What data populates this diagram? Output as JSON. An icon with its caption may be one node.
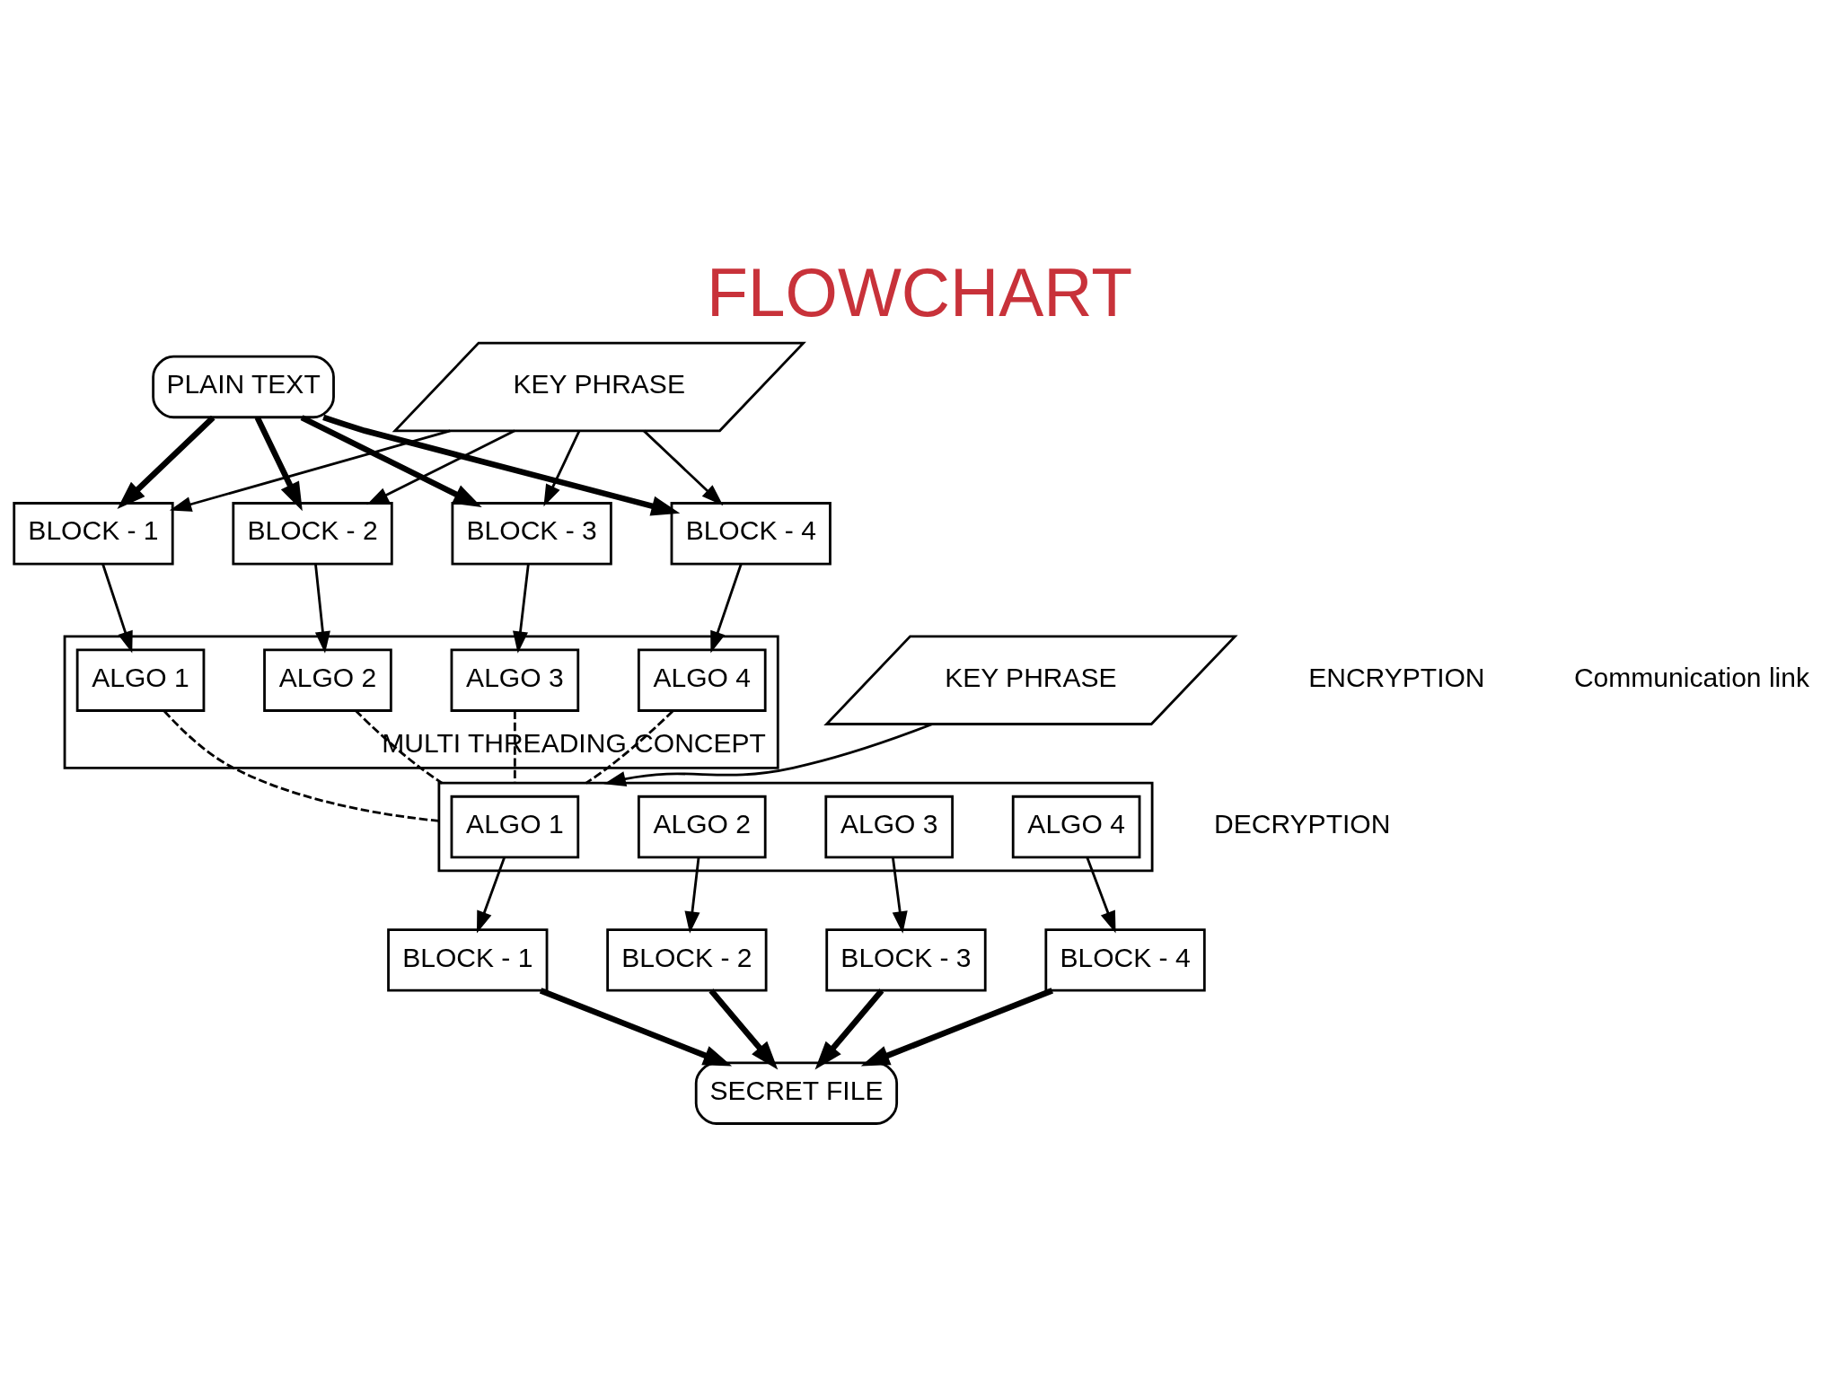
{
  "diagram": {
    "title": "FLOWCHART",
    "nodes": [
      {
        "text": [
          "PLAIN TEXT"
        ]
      },
      {
        "text": [
          "KEY PHRASE"
        ]
      },
      {
        "text": [
          "BLOCK - 1"
        ]
      },
      {
        "text": [
          "BLOCK - 2"
        ]
      },
      {
        "text": [
          "BLOCK - 3"
        ]
      },
      {
        "text": [
          "BLOCK - 4"
        ]
      },
      {
        "text": [
          "MULTI THREADING CONCEPT"
        ]
      },
      {
        "text": [
          "ALGO 1"
        ],
        "in": 6
      },
      {
        "text": [
          "ALGO 2"
        ],
        "in": 6
      },
      {
        "text": [
          "ALGO 3"
        ],
        "in": 6
      },
      {
        "text": [
          "ALGO 4"
        ],
        "in": 6
      },
      {
        "text": [
          "KEY PHRASE"
        ]
      },
      {
        "text": [],
        "shape": "box"
      },
      {
        "text": [
          "ALGO 1"
        ],
        "in": 12
      },
      {
        "text": [
          "ALGO 2"
        ],
        "in": 12
      },
      {
        "text": [
          "ALGO 3"
        ],
        "in": 12
      },
      {
        "text": [
          "ALGO 4"
        ],
        "in": 12
      },
      {
        "text": [
          "BLOCK - 1"
        ]
      },
      {
        "text": [
          "BLOCK - 2"
        ]
      },
      {
        "text": [
          "BLOCK - 3"
        ]
      },
      {
        "text": [
          "BLOCK - 4"
        ]
      },
      {
        "text": [
          "SECRET FILE"
        ]
      }
    ],
    "edges": [
      {
        "from": 0,
        "to": 2,
        "arrow": "to",
        "style": "thick"
      },
      {
        "from": 0,
        "to": 3,
        "arrow": "to",
        "style": "thick"
      },
      {
        "from": 0,
        "to": 4,
        "arrow": "to",
        "style": "thick"
      },
      {
        "from": 0,
        "to": 5,
        "arrow": "to",
        "style": "thick"
      },
      {
        "from": 1,
        "to": 2,
        "arrow": "to"
      },
      {
        "from": 1,
        "to": 3,
        "arrow": "to"
      },
      {
        "from": 1,
        "to": 4,
        "arrow": "to"
      },
      {
        "from": 1,
        "to": 5,
        "arrow": "to"
      },
      {
        "from": 2,
        "to": 7,
        "arrow": "to"
      },
      {
        "from": 3,
        "to": 8,
        "arrow": "to"
      },
      {
        "from": 4,
        "to": 9,
        "arrow": "to"
      },
      {
        "from": 5,
        "to": 10,
        "arrow": "to"
      },
      {
        "from": 7,
        "to": 12,
        "arrow": "none",
        "style": "dashed"
      },
      {
        "from": 8,
        "to": 12,
        "arrow": "none",
        "style": "dashed"
      },
      {
        "from": 9,
        "to": 12,
        "arrow": "none",
        "style": "dashed"
      },
      {
        "from": 10,
        "to": 12,
        "arrow": "none",
        "style": "dashed"
      },
      {
        "from": 11,
        "to": 12,
        "arrow": "to"
      },
      {
        "from": 13,
        "to": 17,
        "arrow": "to"
      },
      {
        "from": 14,
        "to": 18,
        "arrow": "to"
      },
      {
        "from": 15,
        "to": 19,
        "arrow": "to"
      },
      {
        "from": 16,
        "to": 20,
        "arrow": "to"
      },
      {
        "from": 17,
        "to": 21,
        "arrow": "to",
        "style": "thick"
      },
      {
        "from": 18,
        "to": 21,
        "arrow": "to",
        "style": "thick"
      },
      {
        "from": 19,
        "to": 21,
        "arrow": "to",
        "style": "thick"
      },
      {
        "from": 20,
        "to": 21,
        "arrow": "to",
        "style": "thick"
      }
    ],
    "labels": [
      "ENCRYPTION",
      "Communication link",
      "DECRYPTION"
    ]
  }
}
